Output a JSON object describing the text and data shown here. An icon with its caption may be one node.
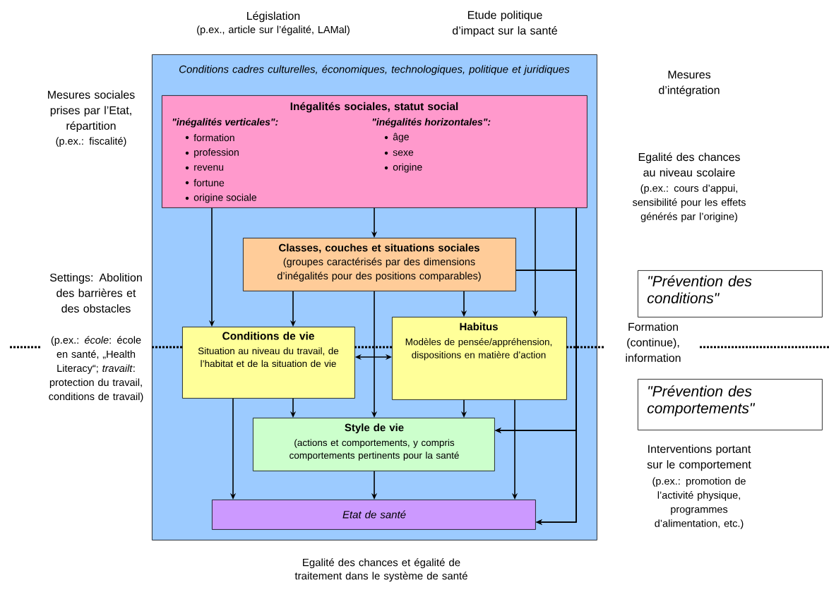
{
  "diagram": {
    "nodes": [
      {
        "text": [
          "Conditions cadres culturelles, économiques, technologiques, politique et juridiques"
        ]
      },
      {
        "text": [
          "Inégalités sociales, statut social",
          "\"inégalités verticales\":",
          "formation",
          "profession",
          "revenu",
          "fortune",
          "origine sociale",
          "\"inégalités horizontales\":",
          "âge",
          "sexe",
          "origine"
        ],
        "in": 0
      },
      {
        "text": [
          "Classes, couches et situations sociales",
          "(groupes caractérisés par des dimensions d’inégalités pour des positions comparables)"
        ],
        "in": 0
      },
      {
        "text": [
          "Conditions de vie",
          "Situation au niveau du travail, de l’habitat et de la situation de vie"
        ],
        "in": 0
      },
      {
        "text": [
          "Habitus",
          "Modèles de pensée/appréhension, dispositions en matière d’action"
        ],
        "in": 0
      },
      {
        "text": [
          "Style de vie",
          "(actions et comportements, y compris comportements pertinents pour la santé"
        ],
        "in": 0
      },
      {
        "text": [
          "Etat de santé"
        ],
        "in": 0
      },
      {
        "text": [
          "\"Prévention des conditions\""
        ]
      },
      {
        "text": [
          "\"Prévention des comportements\""
        ]
      }
    ],
    "edges": [
      {
        "from": 1,
        "to": 2,
        "arrow": "to"
      },
      {
        "from": 1,
        "to": 3,
        "arrow": "to"
      },
      {
        "from": 1,
        "to": 4,
        "arrow": "to"
      },
      {
        "from": 1,
        "to": 5,
        "arrow": "to"
      },
      {
        "from": 1,
        "to": 6,
        "arrow": "to"
      },
      {
        "from": 2,
        "to": 3,
        "arrow": "to"
      },
      {
        "from": 2,
        "to": 4,
        "arrow": "to"
      },
      {
        "from": 2,
        "to": 5,
        "arrow": "to"
      },
      {
        "from": 2,
        "to": 5,
        "arrow": "to"
      },
      {
        "from": 2,
        "to": 6,
        "arrow": "to"
      },
      {
        "from": 3,
        "to": 4,
        "arrow": "both"
      },
      {
        "from": 3,
        "to": 5,
        "arrow": "to"
      },
      {
        "from": 3,
        "to": 6,
        "arrow": "to"
      },
      {
        "from": 4,
        "to": 5,
        "arrow": "to"
      },
      {
        "from": 4,
        "to": 6,
        "arrow": "to"
      },
      {
        "from": 5,
        "to": 6,
        "arrow": "to"
      }
    ],
    "labels": [
      "Législation",
      "(p.ex., article sur l’égalité, LAMal)",
      "Etude politique d’impact sur la santé",
      "Mesures sociales prises par l’Etat, répartition",
      "(p.ex.: fiscalité)",
      "Mesures d’intégration",
      "Egalité des chances au niveau scolaire",
      "(p.ex.: cours d’appui, sensibilité pour les effets générés par l’origine)",
      "Settings: Abolition des barrières et des obstacles",
      "(p.ex.: *école*: école en santé, „Health Literacy“; *travailt*: protection du travail, conditions de travail)",
      "Formation (continue), information",
      "Interventions portant sur le comportement",
      "(p.ex.: promotion de l’activité physique, programmes d’alimentation, etc.)",
      "Egalité des chances et égalité de traitement dans le système de santé"
    ]
  }
}
